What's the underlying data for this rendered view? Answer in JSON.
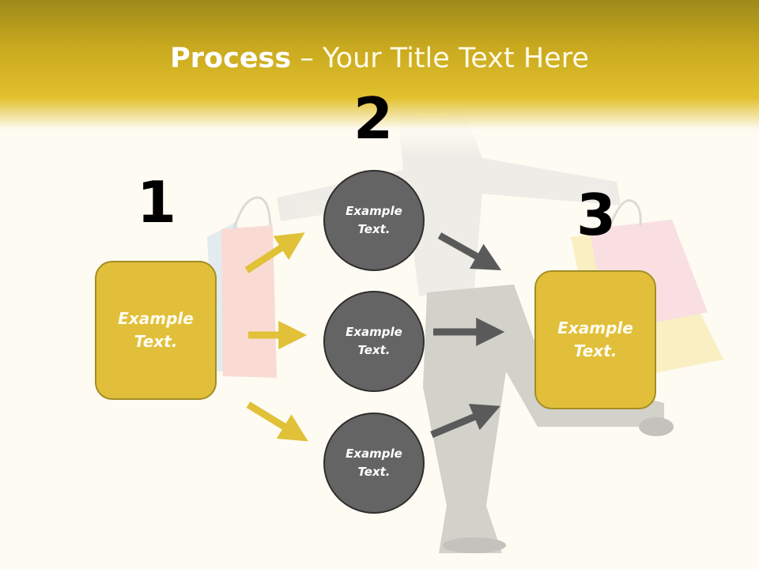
{
  "title": {
    "bold": "Process",
    "rest": " – Your Title Text Here"
  },
  "steps": [
    {
      "number": "1",
      "label": "Example\nText."
    },
    {
      "number": "2"
    },
    {
      "number": "3",
      "label": "Example\nText."
    }
  ],
  "circles": [
    {
      "label": "Example\nText."
    },
    {
      "label": "Example\nText."
    },
    {
      "label": "Example\nText."
    }
  ],
  "colors": {
    "header_gold": "#e2c12f",
    "box_fill": "#e2bf3a",
    "box_border": "#a38e26",
    "circle_fill": "#646464",
    "arrow_yellow": "#e0c137",
    "arrow_gray": "#5a5a5a"
  },
  "background_image": "woman-with-shopping-bags"
}
